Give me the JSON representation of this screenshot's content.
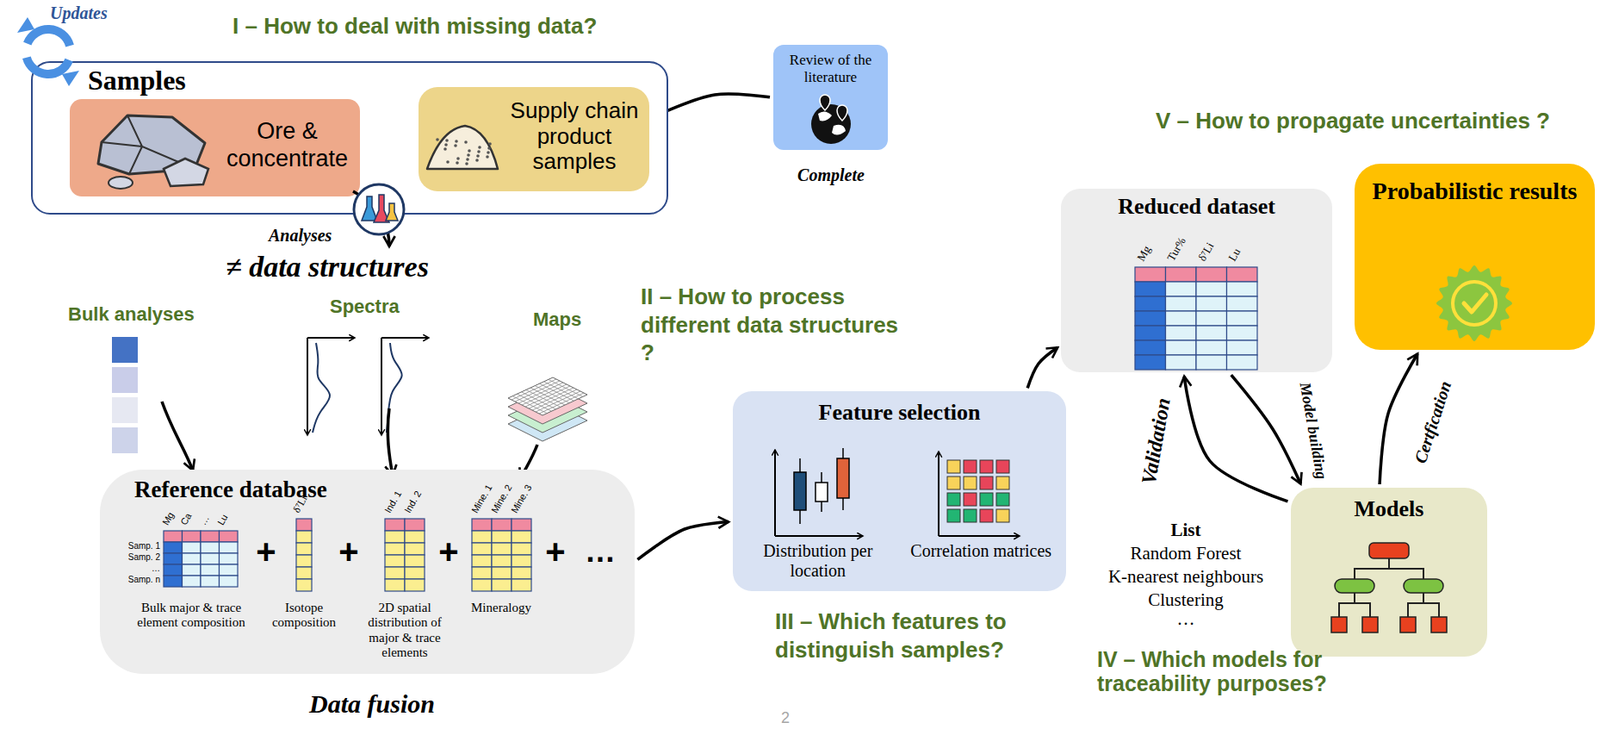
{
  "diagram": {
    "nodes": [
      {
        "text": [
          "Samples"
        ]
      },
      {
        "text": [
          "Ore & concentrate"
        ],
        "in": 0
      },
      {
        "text": [
          "Supply chain product samples"
        ],
        "in": 0
      },
      {
        "text": [
          "Review of the literature"
        ]
      },
      {
        "text": [
          "Reference database"
        ]
      },
      {
        "text": [
          "Feature selection",
          "Distribution per location",
          "Correlation matrices"
        ]
      },
      {
        "text": [
          "Reduced dataset"
        ]
      },
      {
        "text": [
          "Probabilistic results"
        ]
      },
      {
        "text": [
          "Models"
        ]
      }
    ],
    "edges": [
      {
        "from": 3,
        "to": 2,
        "arrow": "to"
      },
      {
        "from": 4,
        "to": 5,
        "arrow": "to"
      },
      {
        "from": 5,
        "to": 6,
        "arrow": "to"
      },
      {
        "from": 6,
        "to": 8,
        "arrow": "to",
        "label": "Model building"
      },
      {
        "from": 8,
        "to": 6,
        "arrow": "to",
        "label": "Validation"
      },
      {
        "from": 8,
        "to": 7,
        "arrow": "to",
        "label": "Certfication"
      }
    ],
    "labels": [
      "Updates",
      "I – How to deal with missing data?",
      "Complete",
      "V – How to propagate uncertainties ?",
      "Analyses",
      "≠ data structures",
      "Bulk analyses",
      "Spectra",
      "Maps",
      "II – How to process different data structures ?",
      "Mg",
      "Ca",
      "…",
      "Lu",
      "Samp. 1",
      "Samp. 2",
      "…",
      "Samp. n",
      "+",
      "δ⁷Li",
      "+",
      "Ind. 1",
      "Ind. 2",
      "+",
      "Mine. 1",
      "Mine. 2",
      "Mine. 3",
      "+",
      "…",
      "Bulk major & trace element composition",
      "Isotope composition",
      "2D spatial distribution of major & trace elements",
      "Mineralogy",
      "Data fusion",
      "III – Which features to distinguish samples?",
      "Mg",
      "Tur%",
      "δ⁷Li",
      "Lu",
      "List",
      "Random Forest",
      "K-nearest neighbours",
      "Clustering",
      "…",
      "IV – Which models for traceability purposes?",
      "2"
    ]
  }
}
